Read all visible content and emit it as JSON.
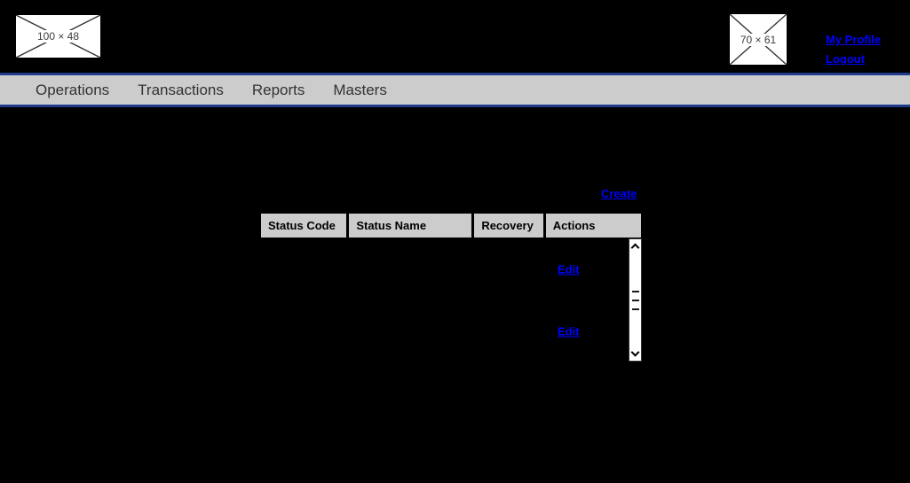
{
  "header": {
    "logo_placeholder": {
      "label": "100 × 48"
    },
    "profile_placeholder": {
      "label": "70 × 61"
    },
    "my_profile_label": "My Profile",
    "logout_label": "Logout"
  },
  "nav": {
    "items": [
      {
        "id": "operations",
        "label": "Operations"
      },
      {
        "id": "transactions",
        "label": "Transactions"
      },
      {
        "id": "reports",
        "label": "Reports"
      },
      {
        "id": "masters",
        "label": "Masters"
      }
    ]
  },
  "main": {
    "create_label": "Create",
    "table": {
      "columns": [
        "Status Code",
        "Status Name",
        "Recovery",
        "Actions"
      ],
      "rows": [
        {
          "action_label": "Edit"
        },
        {
          "action_label": "Edit"
        }
      ]
    }
  },
  "colors": {
    "page_background": "#000000",
    "nav_background": "#cccccc",
    "nav_border": "#1f3a8c",
    "nav_text": "#333333",
    "link_blue": "#0000ff",
    "table_header_background": "#cccccc",
    "table_header_text": "#000000",
    "scrollbar_track": "#ffffff"
  },
  "icons": {
    "scroll_up": "chevron-up",
    "scroll_down": "chevron-down",
    "scrollbar_grip": "grip-dashes"
  }
}
